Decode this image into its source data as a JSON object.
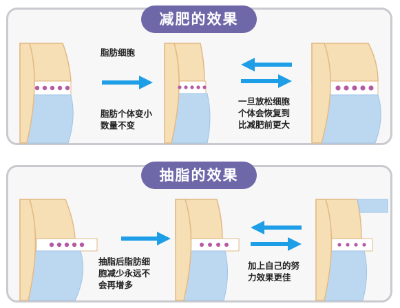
{
  "top_section": {
    "title": "减肥的效果",
    "label_fat_cells": "脂肪细胞",
    "caption_shrink": [
      "脂肪个体变小",
      "数量不变"
    ],
    "caption_rebound": [
      "一旦放松细胞",
      "个体会恢复到",
      "比减肥前更大"
    ]
  },
  "bottom_section": {
    "title": "抽脂的效果",
    "caption_reduce": [
      "抽脂后脂肪细",
      "胞减少永远不",
      "会再增多"
    ],
    "caption_effort": [
      "加上自己的努",
      "力效果更佳"
    ]
  },
  "colors": {
    "pill": "#6e67a8",
    "arrow": "#1e9ee6",
    "skin": "#f6deb5",
    "skin_outline": "#e2b984",
    "underwear": "#bcd8f1",
    "fat_dot": "#b45aa3",
    "border": "#c9c9cf"
  },
  "icons": [
    "right-arrow-icon",
    "left-arrow-icon",
    "torso-illustration"
  ]
}
